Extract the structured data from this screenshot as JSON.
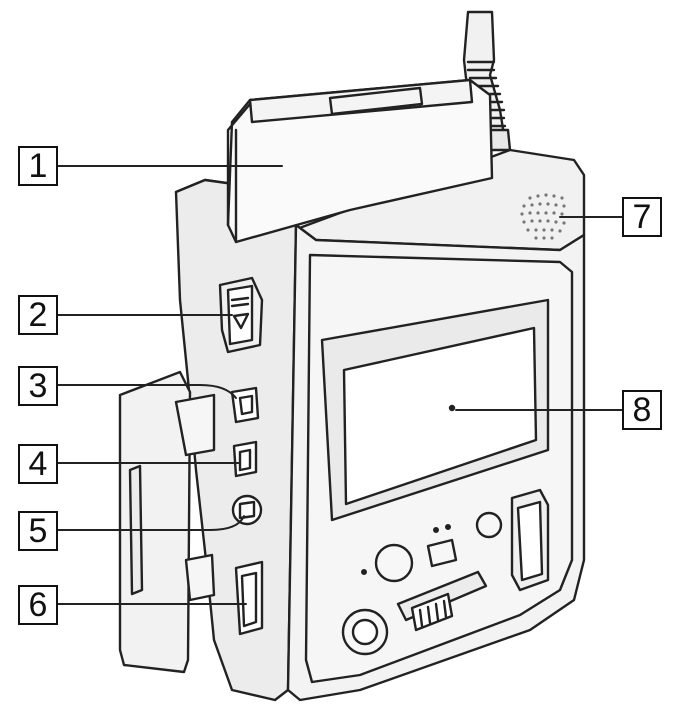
{
  "callouts": [
    {
      "id": "1",
      "label": "1"
    },
    {
      "id": "2",
      "label": "2"
    },
    {
      "id": "3",
      "label": "3"
    },
    {
      "id": "4",
      "label": "4"
    },
    {
      "id": "5",
      "label": "5"
    },
    {
      "id": "6",
      "label": "6"
    },
    {
      "id": "7",
      "label": "7"
    },
    {
      "id": "8",
      "label": "8"
    }
  ],
  "colors": {
    "outline": "#222222",
    "body_fill": "#f1f1f1",
    "battery_fill": "#fafafa",
    "screen_fill": "#ffffff",
    "grille_dots": "#777777"
  }
}
